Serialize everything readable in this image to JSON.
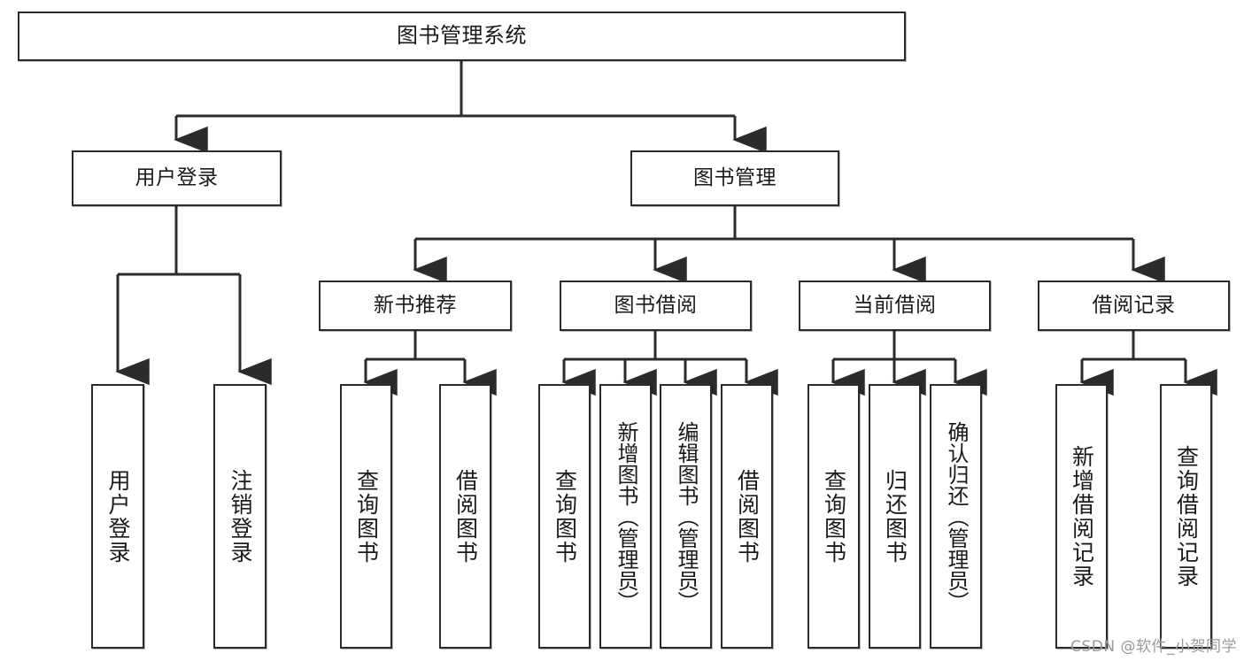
{
  "diagram": {
    "title": "图书管理系统",
    "watermark": "CSDN @软件_小贺同学",
    "colors": {
      "stroke": "#2b2b2b",
      "fill": "#ffffff",
      "text": "#1a1a1a",
      "watermark": "#9a9a9a"
    },
    "nodes": {
      "root": {
        "label": "图书管理系统",
        "level": 1
      },
      "level2": [
        {
          "id": "user-login",
          "label": "用户登录"
        },
        {
          "id": "book-management",
          "label": "图书管理"
        }
      ],
      "level3": [
        {
          "id": "new-book-recommend",
          "label": "新书推荐",
          "parent": "book-management"
        },
        {
          "id": "book-borrow",
          "label": "图书借阅",
          "parent": "book-management"
        },
        {
          "id": "current-borrow",
          "label": "当前借阅",
          "parent": "book-management"
        },
        {
          "id": "borrow-record",
          "label": "借阅记录",
          "parent": "book-management"
        }
      ],
      "leaves": {
        "user-login": [
          {
            "id": "leaf-user-login",
            "label": "用户登录"
          },
          {
            "id": "leaf-user-logout",
            "label": "注销登录"
          }
        ],
        "new-book-recommend": [
          {
            "id": "leaf-query-book-1",
            "label": "查询图书"
          },
          {
            "id": "leaf-borrow-book-1",
            "label": "借阅图书"
          }
        ],
        "book-borrow": [
          {
            "id": "leaf-query-book-2",
            "label": "查询图书"
          },
          {
            "id": "leaf-add-book",
            "label": "新增图书（管理员）"
          },
          {
            "id": "leaf-edit-book",
            "label": "编辑图书（管理员）"
          },
          {
            "id": "leaf-borrow-book-2",
            "label": "借阅图书"
          }
        ],
        "current-borrow": [
          {
            "id": "leaf-query-book-3",
            "label": "查询图书"
          },
          {
            "id": "leaf-return-book",
            "label": "归还图书"
          },
          {
            "id": "leaf-confirm-return",
            "label": "确认归还（管理员）"
          }
        ],
        "borrow-record": [
          {
            "id": "leaf-add-record",
            "label": "新增借阅记录"
          },
          {
            "id": "leaf-query-record",
            "label": "查询借阅记录"
          }
        ]
      }
    }
  }
}
